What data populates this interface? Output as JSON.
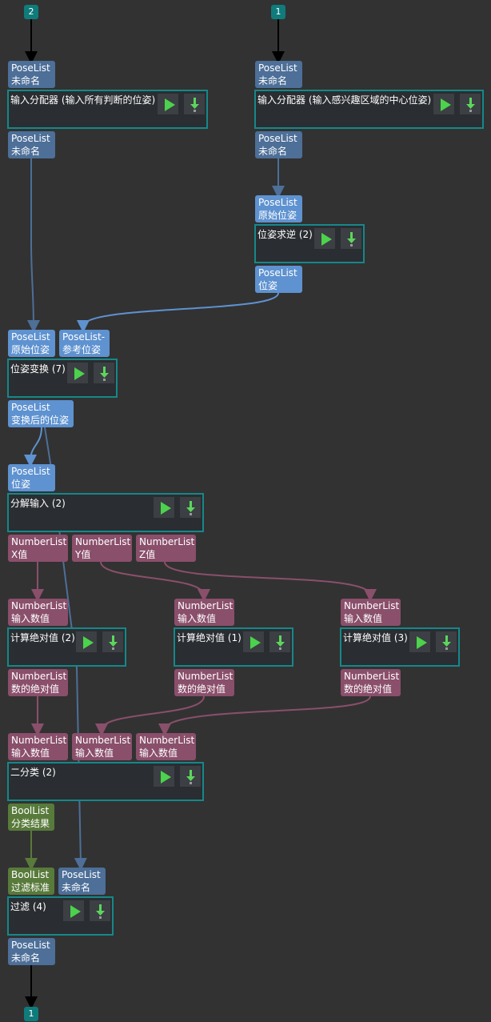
{
  "terminals": {
    "in_left": "2",
    "in_right": "1",
    "out_bottom": "1"
  },
  "nodes": {
    "splitter_left": {
      "title": "输入分配器 (输入所有判断的位姿)",
      "in": {
        "type": "PoseList",
        "label": "未命名"
      },
      "out": {
        "type": "PoseList",
        "label": "未命名"
      }
    },
    "splitter_right": {
      "title": "输入分配器 (输入感兴趣区域的中心位姿)",
      "in": {
        "type": "PoseList",
        "label": "未命名"
      },
      "out": {
        "type": "PoseList",
        "label": "未命名"
      }
    },
    "invert": {
      "title": "位姿求逆 (2)",
      "in": {
        "type": "PoseList",
        "label": "原始位姿"
      },
      "out": {
        "type": "PoseList",
        "label": "位姿"
      }
    },
    "transform": {
      "title": "位姿变换 (7)",
      "in1": {
        "type": "PoseList",
        "label": "原始位姿"
      },
      "in2": {
        "type": "PoseList-",
        "label": "参考位姿"
      },
      "out": {
        "type": "PoseList",
        "label": "变换后的位姿"
      }
    },
    "decompose": {
      "title": "分解输入 (2)",
      "in": {
        "type": "PoseList",
        "label": "位姿"
      },
      "out_x": {
        "type": "NumberList",
        "label": "X值"
      },
      "out_y": {
        "type": "NumberList",
        "label": "Y值"
      },
      "out_z": {
        "type": "NumberList",
        "label": "Z值"
      }
    },
    "abs1": {
      "title": "计算绝对值 (2)",
      "in": {
        "type": "NumberList",
        "label": "输入数值"
      },
      "out": {
        "type": "NumberList",
        "label": "数的绝对值"
      }
    },
    "abs2": {
      "title": "计算绝对值 (1)",
      "in": {
        "type": "NumberList",
        "label": "输入数值"
      },
      "out": {
        "type": "NumberList",
        "label": "数的绝对值"
      }
    },
    "abs3": {
      "title": "计算绝对值 (3)",
      "in": {
        "type": "NumberList",
        "label": "输入数值"
      },
      "out": {
        "type": "NumberList",
        "label": "数的绝对值"
      }
    },
    "classify": {
      "title": "二分类 (2)",
      "in1": {
        "type": "NumberList",
        "label": "输入数值"
      },
      "in2": {
        "type": "NumberList",
        "label": "输入数值"
      },
      "in3": {
        "type": "NumberList",
        "label": "输入数值"
      },
      "out": {
        "type": "BoolList",
        "label": "分类结果"
      }
    },
    "filter": {
      "title": "过滤 (4)",
      "in1": {
        "type": "BoolList",
        "label": "过滤标准"
      },
      "in2": {
        "type": "PoseList",
        "label": "未命名"
      },
      "out": {
        "type": "PoseList",
        "label": "未命名"
      }
    }
  },
  "icons": {
    "run": "play-icon",
    "step": "step-down-icon"
  },
  "colors": {
    "background": "#323232",
    "node_border": "#15888a",
    "terminal": "#0f7b7b",
    "pose_port": "#4d6f98",
    "pose_port_active": "#5e92d0",
    "number_port": "#8a4f6b",
    "bool_port": "#587a3b",
    "play": "#4cd24c",
    "step_arrow": "#5cd65c",
    "wire_black": "#000000",
    "wire_pose": "#4d6f98",
    "wire_pose_active": "#5e92d0",
    "wire_number": "#8a4f6b",
    "wire_bool": "#587a3b"
  }
}
